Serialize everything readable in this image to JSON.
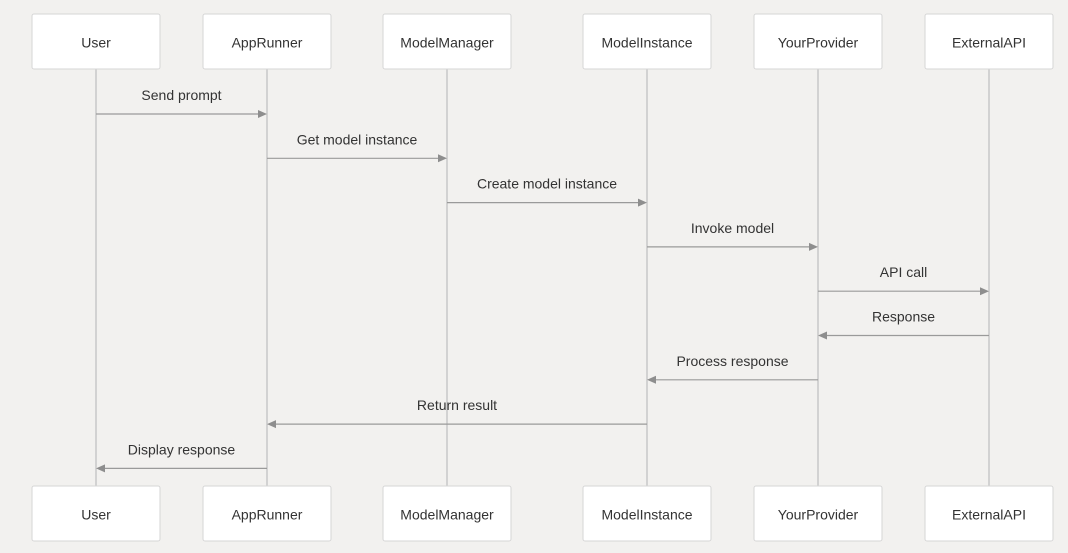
{
  "participants": [
    {
      "id": "user",
      "label": "User"
    },
    {
      "id": "apprunner",
      "label": "AppRunner"
    },
    {
      "id": "modelmanager",
      "label": "ModelManager"
    },
    {
      "id": "modelinstance",
      "label": "ModelInstance"
    },
    {
      "id": "yourprovider",
      "label": "YourProvider"
    },
    {
      "id": "externalapi",
      "label": "ExternalAPI"
    }
  ],
  "messages": [
    {
      "from": "user",
      "to": "apprunner",
      "label": "Send prompt"
    },
    {
      "from": "apprunner",
      "to": "modelmanager",
      "label": "Get model instance"
    },
    {
      "from": "modelmanager",
      "to": "modelinstance",
      "label": "Create model instance"
    },
    {
      "from": "modelinstance",
      "to": "yourprovider",
      "label": "Invoke model"
    },
    {
      "from": "yourprovider",
      "to": "externalapi",
      "label": "API call"
    },
    {
      "from": "externalapi",
      "to": "yourprovider",
      "label": "Response"
    },
    {
      "from": "yourprovider",
      "to": "modelinstance",
      "label": "Process response"
    },
    {
      "from": "modelinstance",
      "to": "apprunner",
      "label": "Return result"
    },
    {
      "from": "apprunner",
      "to": "user",
      "label": "Display response"
    }
  ]
}
